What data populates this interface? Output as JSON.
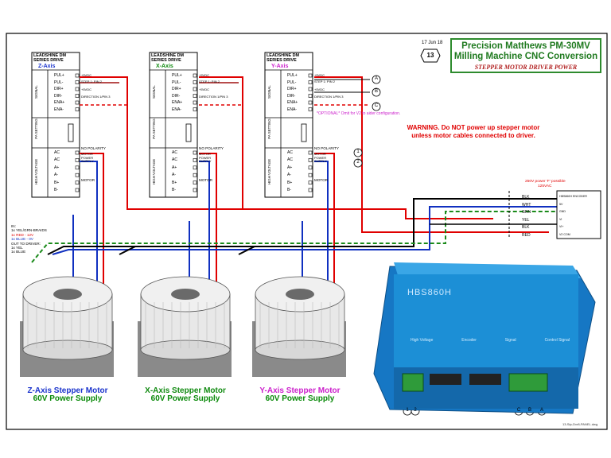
{
  "title": {
    "line1": "Precision Matthews PM-30MV",
    "line2": "Milling Machine CNC Conversion",
    "subtitle": "STEPPER MOTOR DRIVER POWER"
  },
  "date": "17 Jun 18",
  "sheet_number": "13",
  "warning": {
    "line1": "WARNING. Do NOT power up stepper motor",
    "line2": "unless motor cables connected to driver."
  },
  "optional_note": "*OPTIONAL* Omit for V2 to aider configuration.",
  "drivers": [
    {
      "brand": "LEADSHINE DM",
      "series": "SERIES DRIVE",
      "axis": "Z-Axis",
      "axis_color": "#1a33cc"
    },
    {
      "brand": "LEADSHINE DM",
      "series": "SERIES DRIVE",
      "axis": "X-Axis",
      "axis_color": "#108a10"
    },
    {
      "brand": "LEADSHINE DM",
      "series": "SERIES DRIVE",
      "axis": "Y-Axis",
      "axis_color": "#cc22cc"
    }
  ],
  "driver_labels": {
    "signal": "SIGNAL",
    "pa_setting": "PA SETTING",
    "high_voltage": "HIGH VOLTAGE",
    "pins": [
      "PUL+",
      "PUL-",
      "DIR+",
      "DIR-",
      "ENA+",
      "ENA-"
    ],
    "power_pins": [
      "AC",
      "AC",
      "A+",
      "A-",
      "B+",
      "B-"
    ],
    "signal_wires": [
      "+5VDC",
      "STEP 1: PIN 2",
      "+5VDC",
      "DIRECTION 1/PIN 3"
    ],
    "motor_power": "MOTOR POWER SUPPLY",
    "motor": "MOTOR",
    "no_polarity": "NO POLARITY"
  },
  "connector_refs": [
    "A",
    "B",
    "C",
    "1",
    "2"
  ],
  "legend": {
    "line1": "IN:",
    "line2": "1x YEL/GRN-BRAIDS",
    "line3": "1x RED - 12V",
    "line4": "1x BLUE - 0V",
    "line5": "OUT TO DRIVER:",
    "line6": "1x YEL",
    "line7": "1x BLUE"
  },
  "supply_block": {
    "title": "250V power 'F' possible",
    "sub": "125VAC",
    "wires": [
      "BLK",
      "WHT",
      "GRN",
      "YEL",
      "BLK",
      "RED"
    ],
    "terminals": [
      "HBS860H ENCODER",
      "5V",
      "GND",
      "VI",
      "VI+",
      "V2 COM"
    ]
  },
  "hbs": {
    "model": "HBS860H",
    "labels": [
      "High Voltage",
      "Encoder",
      "Signal",
      "Control Signal"
    ]
  },
  "psus": [
    {
      "line1": "Z-Axis Stepper Motor",
      "line2": "60V Power Supply",
      "color": "#1a33cc"
    },
    {
      "line1": "X-Axis Stepper Motor",
      "line2": "60V Power Supply",
      "color": "#108a10"
    },
    {
      "line1": "Y-Axis Stepper Motor",
      "line2": "60V Power Supply",
      "color": "#cc22cc"
    }
  ],
  "footer": "13-Stp-Dvr8-PANEL.dwg",
  "colors": {
    "red": "#e00000",
    "blue": "#1030c0",
    "green": "#1a8a1a",
    "black": "#000000",
    "hbs_blue": "#1c8fd6"
  }
}
